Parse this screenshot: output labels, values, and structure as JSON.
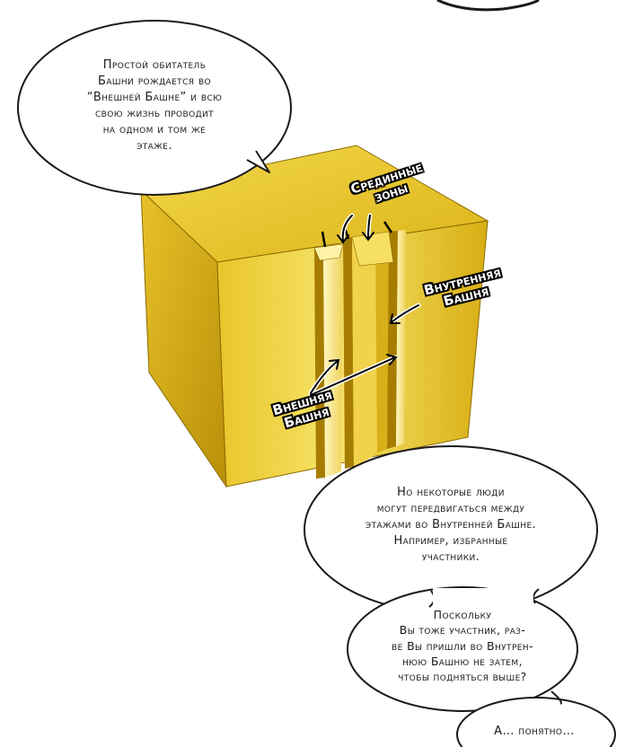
{
  "bubbles": {
    "intro": "Простой обитатель\nБашни рождается во\n“Внешней Башне” и всю\nсвою жизнь проводит\nна одном и том же\nэтаже.",
    "movement": "Но некоторые люди\nмогут передвигаться между\nэтажами во Внутренней Башне.\nНапример, избранные\nучастники.",
    "question": "Поскольку\nВы тоже участник, раз-\nве Вы пришли во Внутрен-\nнюю Башню не затем,\nчтобы подняться выше?",
    "reply": "А… понятно…"
  },
  "labels": {
    "middle_zones": "Срединные\nзоны",
    "inner_tower": "Внутренняя\nБашня",
    "outer_tower": "Внешняя\nБашня"
  },
  "colors": {
    "gold_light": "#f4dc4a",
    "gold_mid": "#e3bf1c",
    "gold_dark": "#b58d0a",
    "outline": "#1a1a1a"
  }
}
